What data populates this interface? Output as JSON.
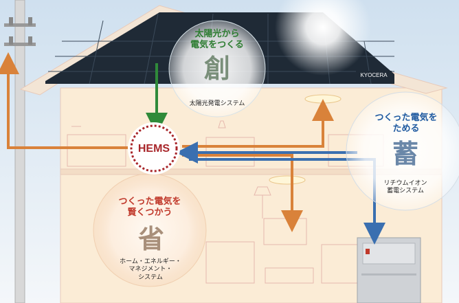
{
  "brand": "KYOCERA",
  "hub": {
    "label": "HEMS"
  },
  "create": {
    "caption": "太陽光から\n電気をつくる",
    "kanji": "創",
    "system": "太陽光発電システム"
  },
  "store": {
    "caption": "つくった電気を\nためる",
    "kanji": "蓄",
    "system": "リチウムイオン\n蓄電システム"
  },
  "save": {
    "caption": "つくった電気を\n賢くつかう",
    "kanji": "省",
    "system": "ホーム・エネルギー・\nマネジメント・\nシステム"
  },
  "colors": {
    "green_flow": "#2f8a3a",
    "orange_flow": "#d9823a",
    "blue_flow": "#3a6fb0",
    "hub_ring": "#a8262a",
    "save_caption": "#c0392b",
    "store_caption": "#1f5aa0",
    "create_caption": "#2e7d32"
  }
}
